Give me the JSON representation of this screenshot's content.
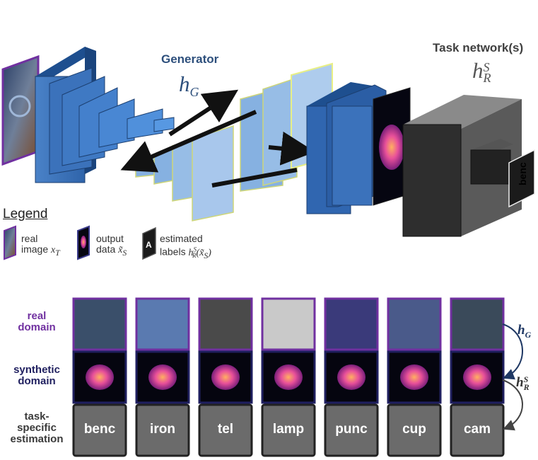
{
  "figure": {
    "generator_title": "Generator",
    "generator_symbol": "hG",
    "task_network_title": "Task network(s)",
    "task_network_symbol": "hSR",
    "network_output_label": "benc"
  },
  "legend": {
    "title": "Legend",
    "items": [
      {
        "line1": "real",
        "line2": "image",
        "math": "xT"
      },
      {
        "line1": "output",
        "line2": "data",
        "math": "x̃S"
      },
      {
        "line1": "estimated",
        "line2": "labels",
        "math": "hSR(x̃S)"
      }
    ]
  },
  "table": {
    "rows": {
      "real": "real domain",
      "synthetic": "synthetic domain",
      "estimation": "task-specific estimation"
    },
    "columns": [
      "benc",
      "iron",
      "tel",
      "lamp",
      "punc",
      "cup",
      "cam"
    ],
    "arc_labels": {
      "generator": "hG",
      "task": "hSR"
    }
  },
  "colors": {
    "real_border": "#7030a0",
    "synthetic_border": "#1f1f5f",
    "estimation_box": "#6b6b6b",
    "generator_blue": "#3a6fb5",
    "generator_text": "#2d4f7c"
  },
  "icons": [
    "real-image-icon",
    "synthetic-image-icon",
    "estimated-label-icon"
  ]
}
